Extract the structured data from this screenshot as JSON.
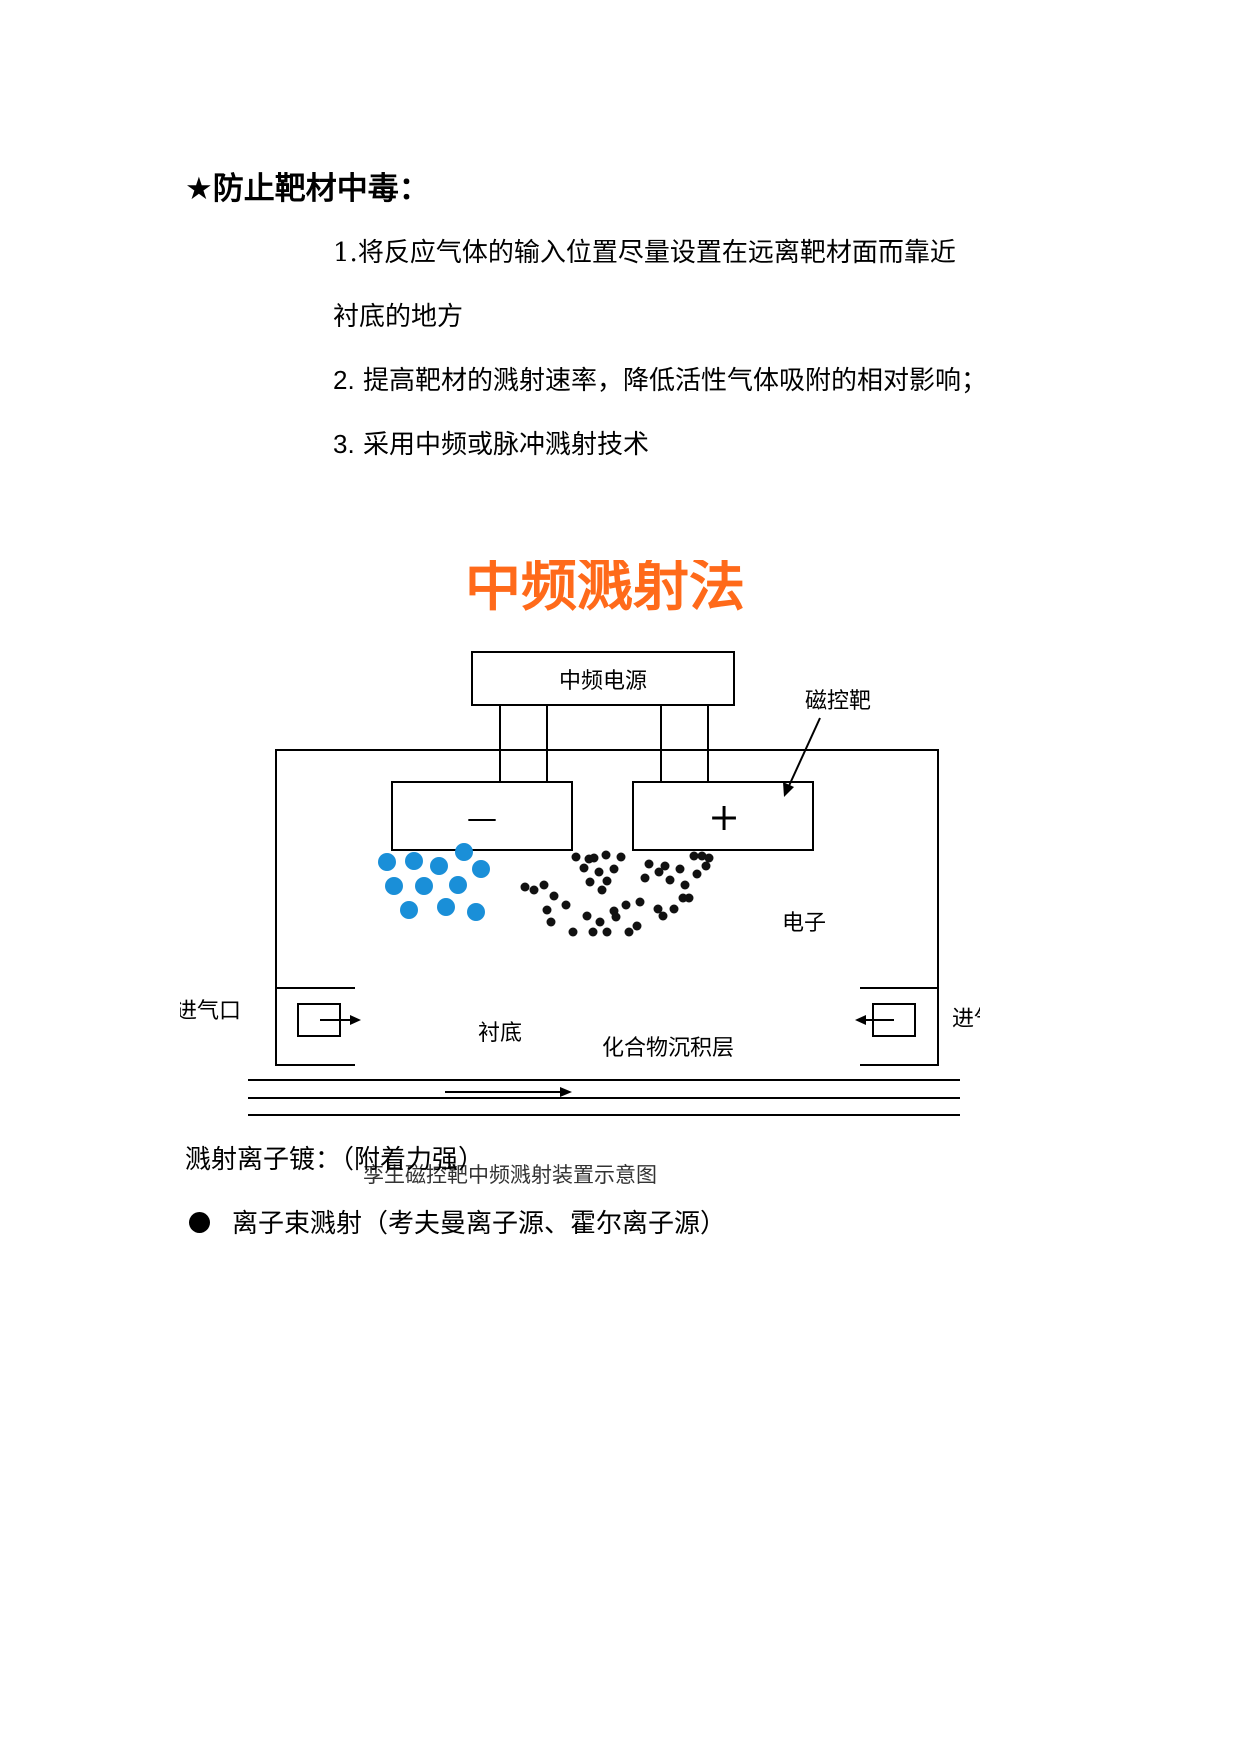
{
  "heading": "★防止靶材中毒：",
  "items": [
    {
      "num": "1.",
      "text": "将反应气体的输入位置尽量设置在远离靶材面而靠近"
    },
    {
      "num": "",
      "text": "衬底的地方"
    },
    {
      "num": "2.",
      "text": "提高靶材的溅射速率，降低活性气体吸附的相对影响；"
    },
    {
      "num": "3.",
      "text": "采用中频或脉冲溅射技术"
    }
  ],
  "figure": {
    "title": "中频溅射法",
    "title_color": "#ff6a1a",
    "power_label": "中频电源",
    "target_label": "磁控靶",
    "minus_sign": "—",
    "plus_sign": "+",
    "electron_label": "电子",
    "inlet_left": "进气口",
    "inlet_right": "进气口",
    "substrate_label": "衬底",
    "deposit_label": "化合物沉积层",
    "caption": "孪生磁控靶中频溅射装置示意图",
    "ion_color": "#1a8fd8",
    "electron_color": "#111111"
  },
  "sputter_line": "溅射离子镀：（附着力强）",
  "bullet": "离子束溅射（考夫曼离子源、霍尔离子源）"
}
